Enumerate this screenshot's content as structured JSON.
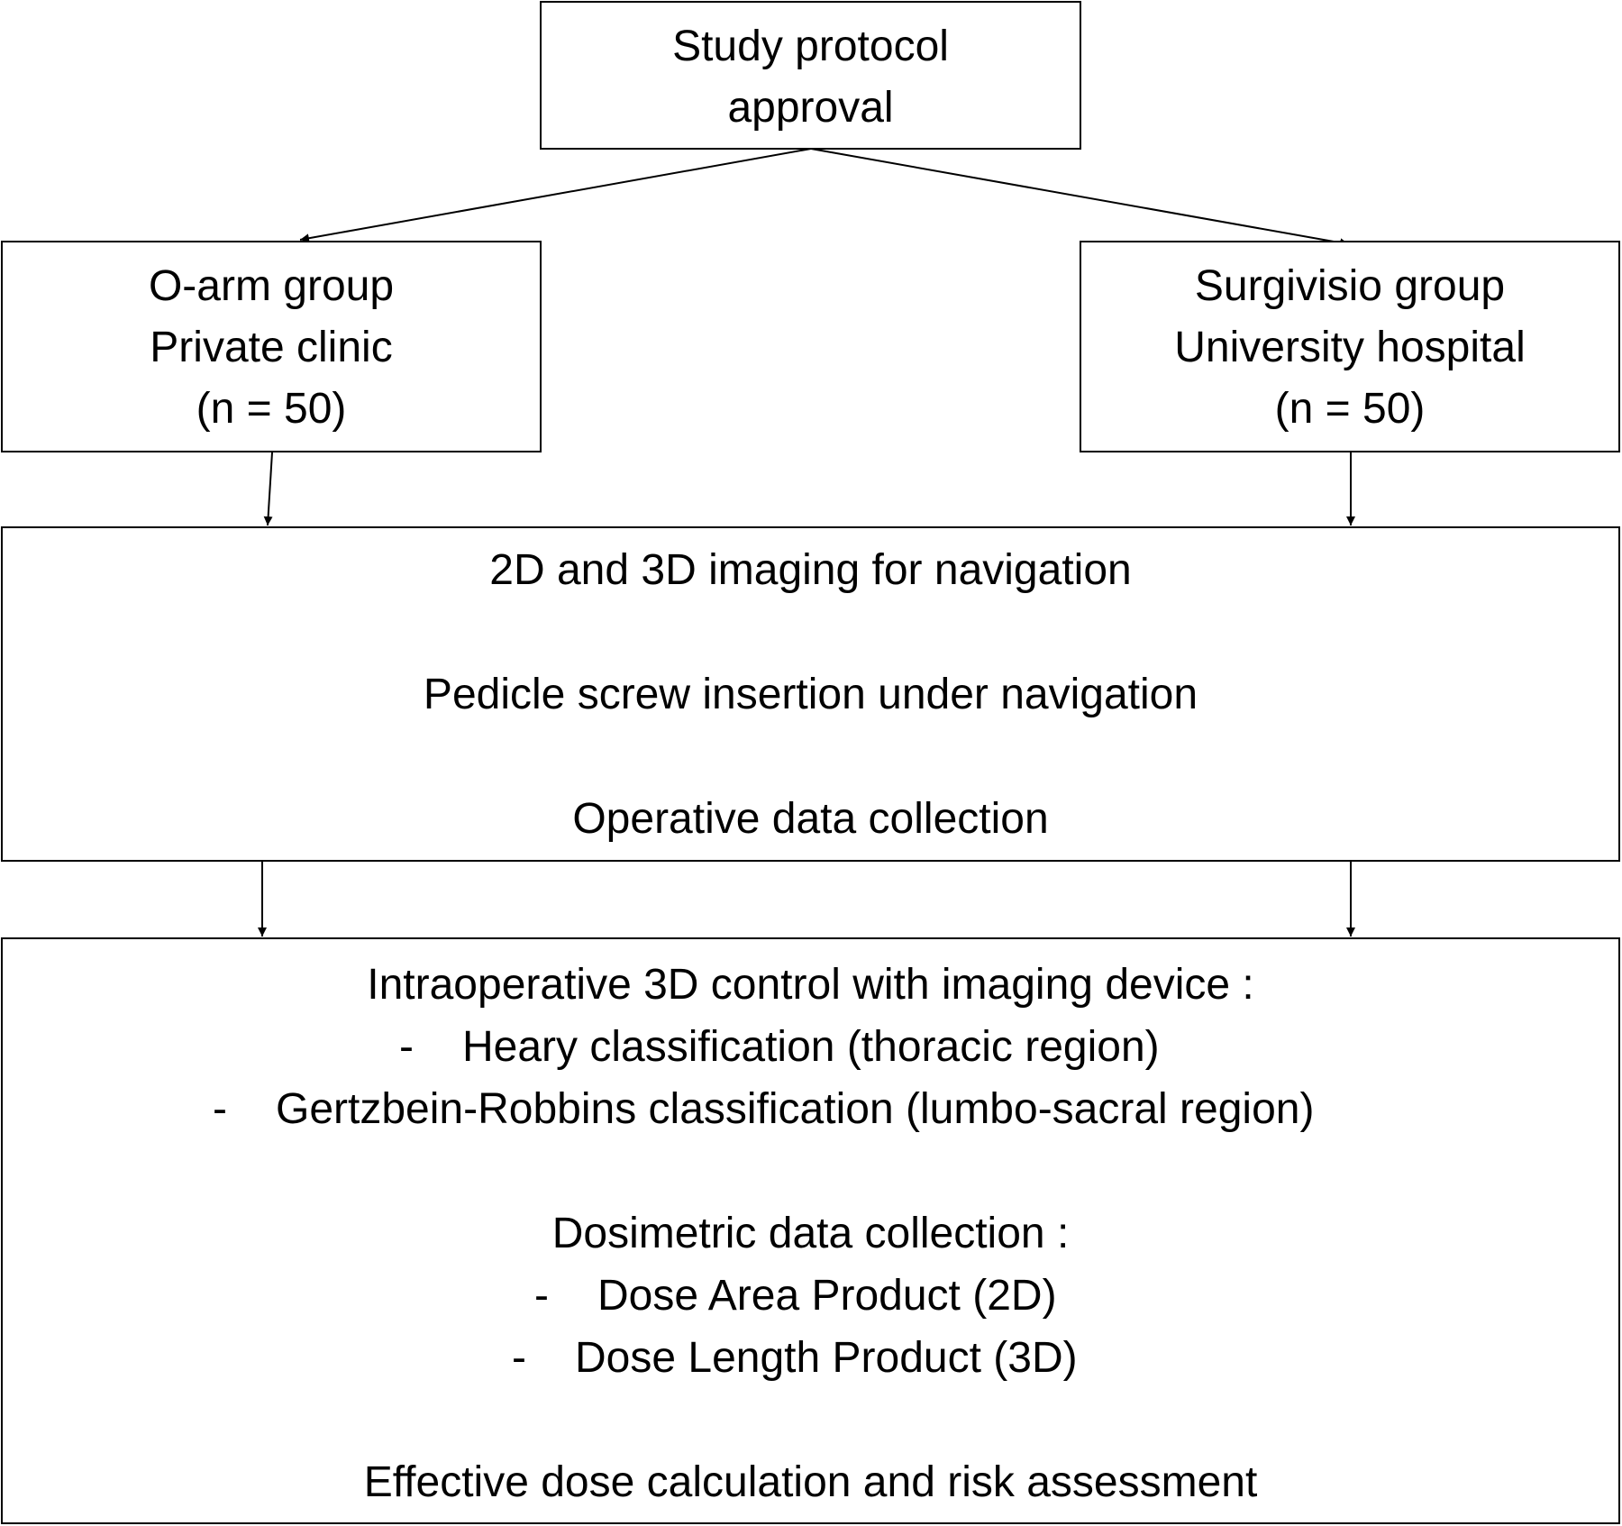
{
  "top_box": {
    "line1": "Study protocol",
    "line2": "approval"
  },
  "left_box": {
    "line1": "O-arm group",
    "line2": "Private clinic",
    "line3": "(n = 50)"
  },
  "right_box": {
    "line1": "Surgivisio group",
    "line2": "University hospital",
    "line3": "(n = 50)"
  },
  "middle_box": {
    "line1": "2D and 3D imaging for navigation",
    "line2": "Pedicle screw insertion under navigation",
    "line3": "Operative data collection"
  },
  "bottom_box": {
    "heading1": "Intraoperative 3D control with imaging device :",
    "bullet_marker": "-",
    "bullet1": "Heary classification (thoracic region)",
    "bullet2": "Gertzbein-Robbins classification (lumbo-sacral region)",
    "heading2": "Dosimetric data collection :",
    "bullet3": "Dose Area Product (2D)",
    "bullet4": "Dose Length Product (3D)",
    "footer": "Effective dose calculation and risk assessment"
  }
}
